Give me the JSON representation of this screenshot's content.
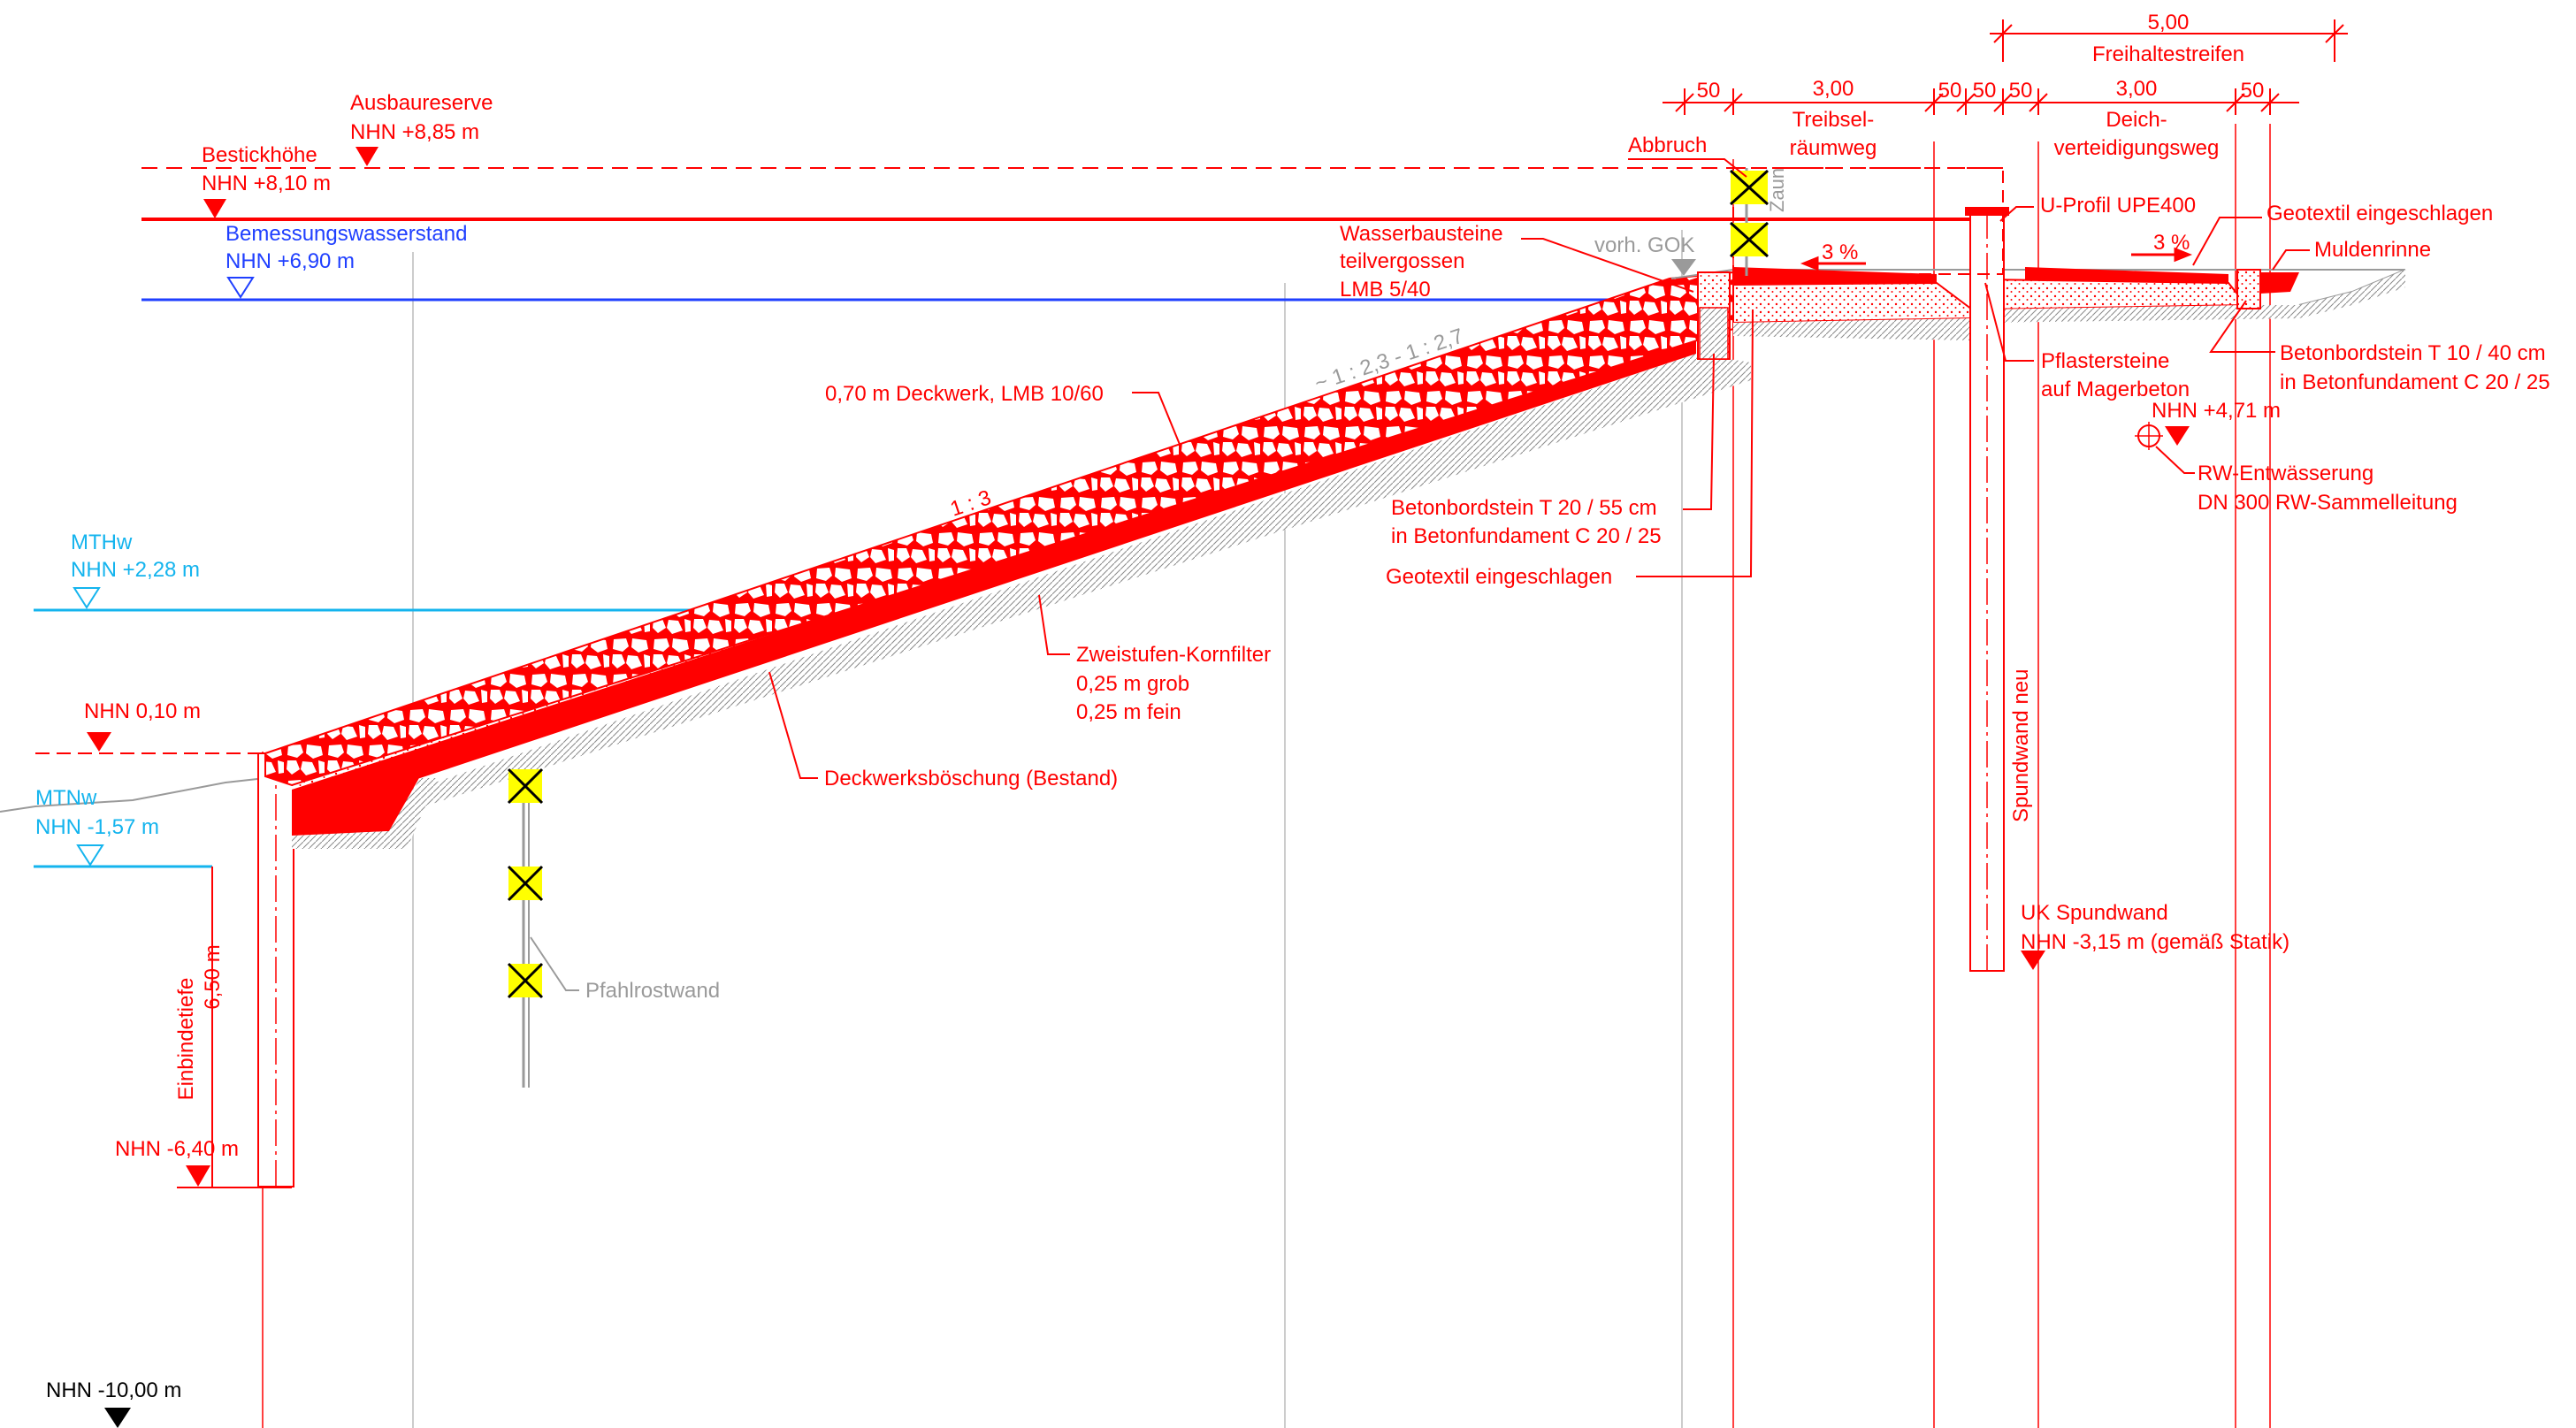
{
  "colors": {
    "red": "#ff0000",
    "blue": "#1f3fff",
    "cyan": "#14b4ee",
    "gray": "#9a9a9a",
    "black": "#000000",
    "yellow": "#ffff00"
  },
  "labels": {
    "ausbaureserve_title": "Ausbaureserve",
    "ausbaureserve_value": "NHN +8,85 m",
    "bestickhoehe_title": "Bestickhöhe",
    "bestickhoehe_value": "NHN +8,10 m",
    "bws_title": "Bemessungswasserstand",
    "bws_value": "NHN +6,90 m",
    "mthw_title": "MTHw",
    "mthw_value": "NHN +2,28 m",
    "nhn_010": "NHN 0,10 m",
    "mtnw_title": "MTNw",
    "mtnw_value": "NHN -1,57 m",
    "einbindetiefe_title": "Einbindetiefe",
    "einbindetiefe_value": "6,50 m",
    "nhn_640": "NHN -6,40 m",
    "nhn_1000": "NHN -10,00 m",
    "pfahlrostwand": "Pfahlrostwand",
    "deckwerk": "0,70 m Deckwerk, LMB 10/60",
    "slope_main": "1 : 3",
    "slope_top": "~ 1 : 2,3 - 1 : 2,7",
    "kornfilter_1": "Zweistufen-Kornfilter",
    "kornfilter_2": "0,25 m grob",
    "kornfilter_3": "0,25 m fein",
    "deckwerksboeschung": "Deckwerksböschung (Bestand)",
    "wasserbausteine_1": "Wasserbausteine",
    "wasserbausteine_2": "teilvergossen",
    "wasserbausteine_3": "LMB 5/40",
    "vorh_gok": "vorh. GOK",
    "abbruch": "Abbruch",
    "zaun": "Zaun",
    "betonbord_left_1": "Betonbordstein T 20 / 55 cm",
    "betonbord_left_2": "in Betonfundament C 20 / 25",
    "geotextil_left": "Geotextil eingeschlagen",
    "slope_left_pct": "3 %",
    "slope_right_pct": "3 %",
    "uprofil": "U-Profil UPE400",
    "geotextil_right": "Geotextil eingeschlagen",
    "muldenrinne": "Muldenrinne",
    "pflaster_1": "Pflastersteine",
    "pflaster_2": "auf Magerbeton",
    "betonbord_right_1": "Betonbordstein T 10 / 40 cm",
    "betonbord_right_2": "in Betonfundament C 20 / 25",
    "nhn_471": "NHN +4,71 m",
    "rw_1": "RW-Entwässerung",
    "rw_2": "DN 300 RW-Sammelleitung",
    "spundwand_neu": "Spundwand neu",
    "uk_spundwand_1": "UK Spundwand",
    "uk_spundwand_2": "NHN -3,15 m (gemäß Statik)"
  },
  "dimensions": {
    "freihaltestreifen_value": "5,00",
    "freihaltestreifen_label": "Freihaltestreifen",
    "d50_a": "50",
    "treibsel_value": "3,00",
    "treibsel_label_1": "Treibsel-",
    "treibsel_label_2": "räumweg",
    "d50_b": "50",
    "d50_c": "50",
    "d50_d": "50",
    "deich_value": "3,00",
    "deich_label_1": "Deich-",
    "deich_label_2": "verteidigungsweg",
    "d50_e": "50"
  }
}
